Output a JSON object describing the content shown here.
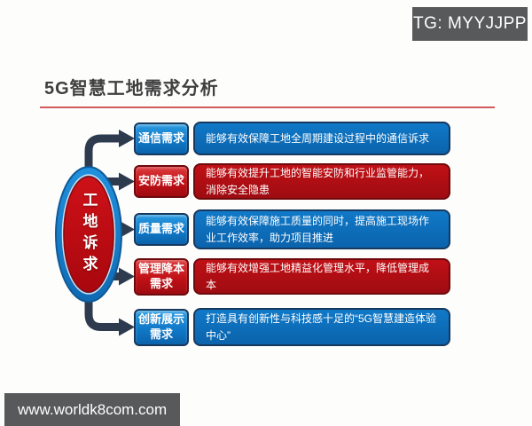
{
  "badge": {
    "text": "TG: MYYJJPP"
  },
  "title": "5G智慧工地需求分析",
  "diagram": {
    "hub_label": "工地诉求",
    "rows": [
      {
        "label": "通信需求",
        "desc": "能够有效保障工地全周期建设过程中的通信诉求",
        "theme": "blue"
      },
      {
        "label": "安防需求",
        "desc": "能够有效提升工地的智能安防和行业监管能力，消除安全隐患",
        "theme": "red"
      },
      {
        "label": "质量需求",
        "desc": "能够有效保障施工质量的同时，提高施工现场作业工作效率，助力项目推进",
        "theme": "blue"
      },
      {
        "label": "管理降本需求",
        "desc": "能够有效增强工地精益化管理水平，降低管理成本",
        "theme": "red"
      },
      {
        "label": "创新展示需求",
        "desc": "打造具有创新性与科技感十足的“5G智慧建造体验中心”",
        "theme": "blue"
      }
    ]
  },
  "watermark": {
    "text": "www.worldk8com.com"
  },
  "colors": {
    "blue-main": "#1079C8",
    "blue-light": "#2B9BE0",
    "blue-dark": "#0B63AC",
    "blue-border": "#17395E",
    "red-main": "#C01016",
    "red-light": "#DC3B3D",
    "red-dark": "#9E0C11",
    "red-border": "#6E090C",
    "arrow": "#2E3A4D",
    "badge-bg": "#58595B",
    "title-color": "#3F3F3F",
    "underline": "#CF5B5B",
    "hub-blue": "#2191DE",
    "hub-blue-dark": "#0F6AB4",
    "hub-blue-edge": "#0F5A97",
    "hub-red": "#CE1118",
    "hub-red-dark": "#A9070E",
    "hub-red-edge": "#8C0A10"
  }
}
